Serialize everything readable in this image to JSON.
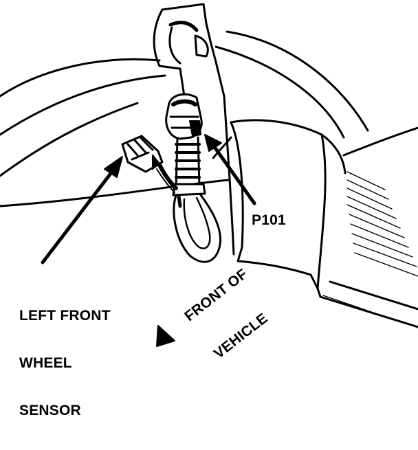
{
  "labels": {
    "connector": "P101",
    "sensor_line1": "LEFT FRONT",
    "sensor_line2": "WHEEL",
    "sensor_line3": "SENSOR",
    "direction_line1": "FRONT OF",
    "direction_line2": "VEHICLE"
  },
  "colors": {
    "ink": "#000000",
    "paper": "#ffffff"
  }
}
